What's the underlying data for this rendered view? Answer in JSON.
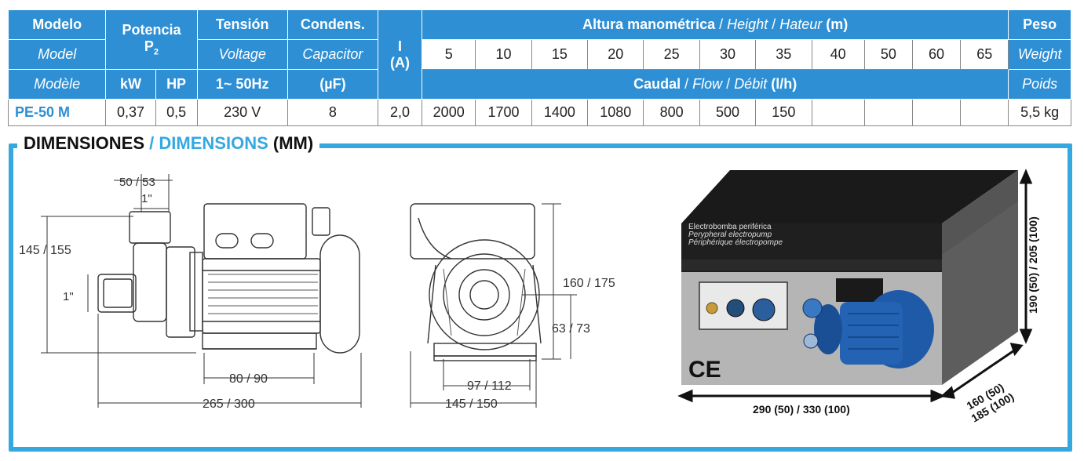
{
  "table": {
    "header": {
      "modelo": [
        "Modelo",
        "Model",
        "Modèle"
      ],
      "potencia": "Potencia",
      "p2": "P",
      "p2_sub": "2",
      "kw": "kW",
      "hp": "HP",
      "tension": [
        "Tensión",
        "Voltage",
        "1~ 50Hz"
      ],
      "condens": [
        "Condens.",
        "Capacitor",
        "(µF)"
      ],
      "i": "I",
      "i_unit": "(A)",
      "altura": "Altura manométrica",
      "altura_en": "Height",
      "altura_fr": "Hateur",
      "altura_unit": "(m)",
      "heights": [
        "5",
        "10",
        "15",
        "20",
        "25",
        "30",
        "35",
        "40",
        "50",
        "60",
        "65"
      ],
      "caudal": "Caudal",
      "caudal_en": "Flow",
      "caudal_fr": "Débit",
      "caudal_unit": "(l/h)",
      "peso": [
        "Peso",
        "Weight",
        "Poids"
      ],
      "sep": " / "
    },
    "row": {
      "model": "PE-50 M",
      "kw": "0,37",
      "hp": "0,5",
      "voltage": "230 V",
      "capacitor": "8",
      "current": "2,0",
      "flows": [
        "2000",
        "1700",
        "1400",
        "1080",
        "800",
        "500",
        "150",
        "",
        "",
        "",
        ""
      ],
      "weight": "5,5 kg"
    }
  },
  "dimensions": {
    "title_es": "DIMENSIONES",
    "slash": "/",
    "title_en": "DIMENSIONS",
    "unit": "(MM)"
  },
  "drawing": {
    "side": {
      "top_dim": "50 / 53",
      "inlet_size": "1\"",
      "height_dim": "145 / 155",
      "outlet_size": "1\"",
      "foot_dim": "80 / 90",
      "length_dim": "265 / 300"
    },
    "front": {
      "height_dim": "160 / 175",
      "axis_dim": "63 / 73",
      "foot_dim": "97 / 112",
      "width_dim": "145 / 150"
    }
  },
  "box": {
    "label_es": "Electrobomba periférica",
    "label_en": "Perypheral electropump",
    "label_fr": "Périphérique électropompe",
    "ce_mark": "CE",
    "height_dim": "190 (50) / 205 (100)",
    "length_dim": "290 (50) / 330 (100)",
    "depth_dim_1": "160 (50)",
    "depth_dim_2": "185 (100)"
  },
  "colors": {
    "header_blue": "#2e8fd4",
    "frame_blue": "#35a8e0",
    "pump_blue": "#1f5aa8"
  }
}
